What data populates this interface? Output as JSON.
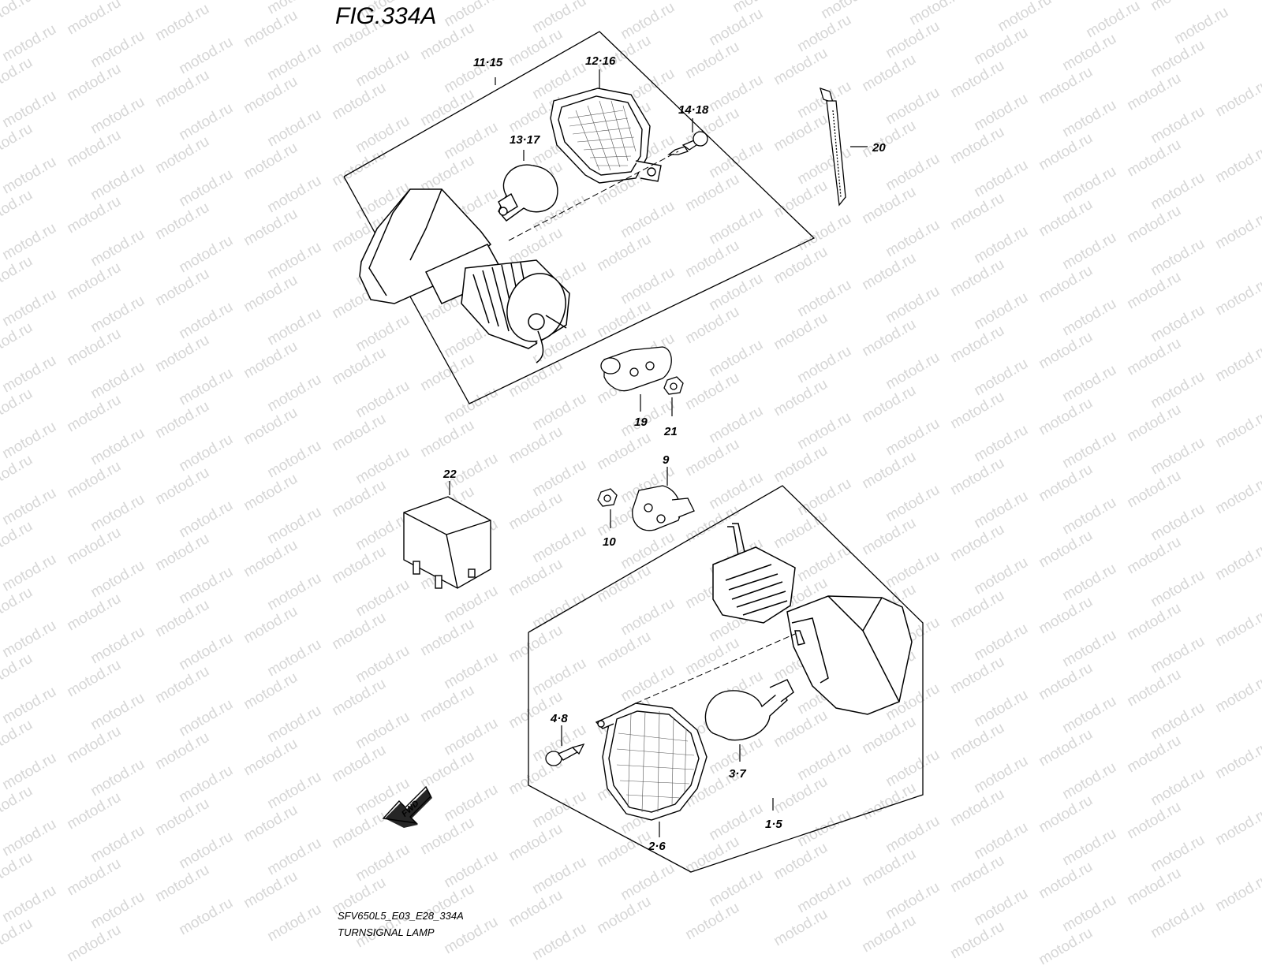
{
  "figure": {
    "title": "FIG.334A",
    "footer_code": "SFV650L5_E03_E28_334A",
    "footer_name": "TURNSIGNAL LAMP"
  },
  "watermark": "motod.ru",
  "fwd_label": "FWD",
  "callouts": {
    "c11_15": "11·15",
    "c12_16": "12·16",
    "c13_17": "13·17",
    "c14_18": "14·18",
    "c20": "20",
    "c19": "19",
    "c21": "21",
    "c22": "22",
    "c9": "9",
    "c10": "10",
    "c4_8": "4·8",
    "c3_7": "3·7",
    "c2_6": "2·6",
    "c1_5": "1·5"
  },
  "colors": {
    "line": "#000000",
    "watermark": "#d6d6d6"
  }
}
